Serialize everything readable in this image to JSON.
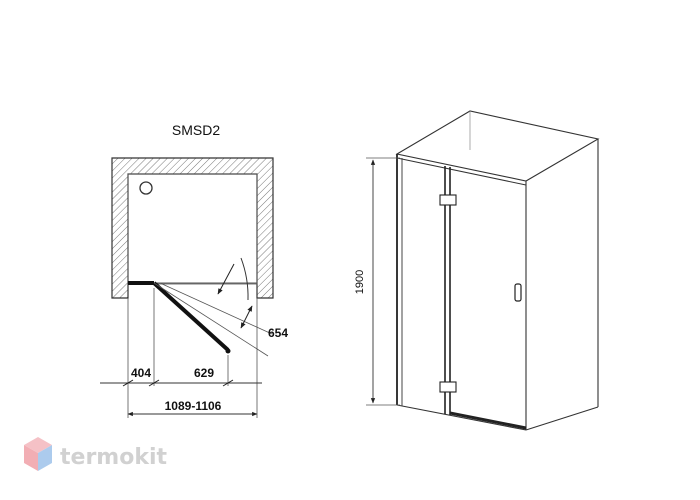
{
  "plan_view": {
    "model_label": "SMSD2",
    "dim_swing": "654",
    "dim_fixed": "404",
    "dim_door": "629",
    "dim_total": "1089-1106"
  },
  "elevation_view": {
    "dim_height": "1900"
  },
  "watermark": {
    "brand": "termokit",
    "logo_colors": [
      "#f0a0a8",
      "#9ec3ea"
    ]
  }
}
